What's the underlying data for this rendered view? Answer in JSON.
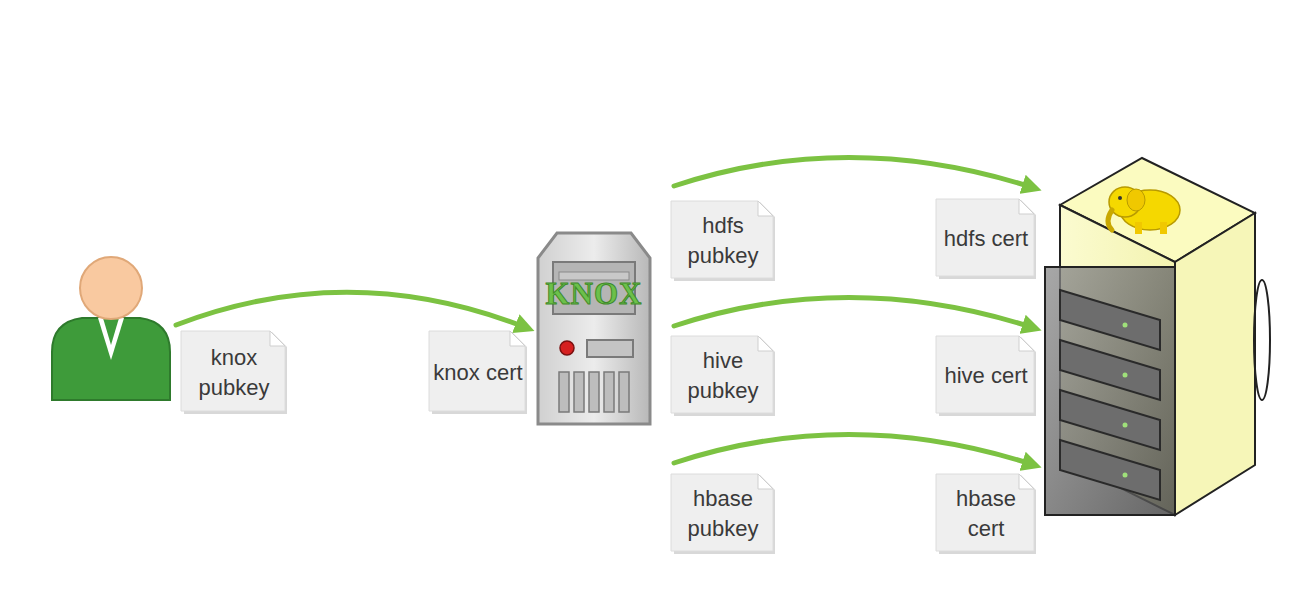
{
  "diagram": {
    "nodes": [
      {
        "text": [
          "knox pubkey"
        ]
      },
      {
        "text": [
          "knox cert"
        ]
      },
      {
        "text": [
          "KNOX"
        ]
      },
      {
        "text": [
          "hdfs pubkey"
        ]
      },
      {
        "text": [
          "hive pubkey"
        ]
      },
      {
        "text": [
          "hbase pubkey"
        ]
      },
      {
        "text": [
          "hdfs cert"
        ]
      },
      {
        "text": [
          "hive cert"
        ]
      },
      {
        "text": [
          "hbase cert"
        ]
      }
    ]
  }
}
